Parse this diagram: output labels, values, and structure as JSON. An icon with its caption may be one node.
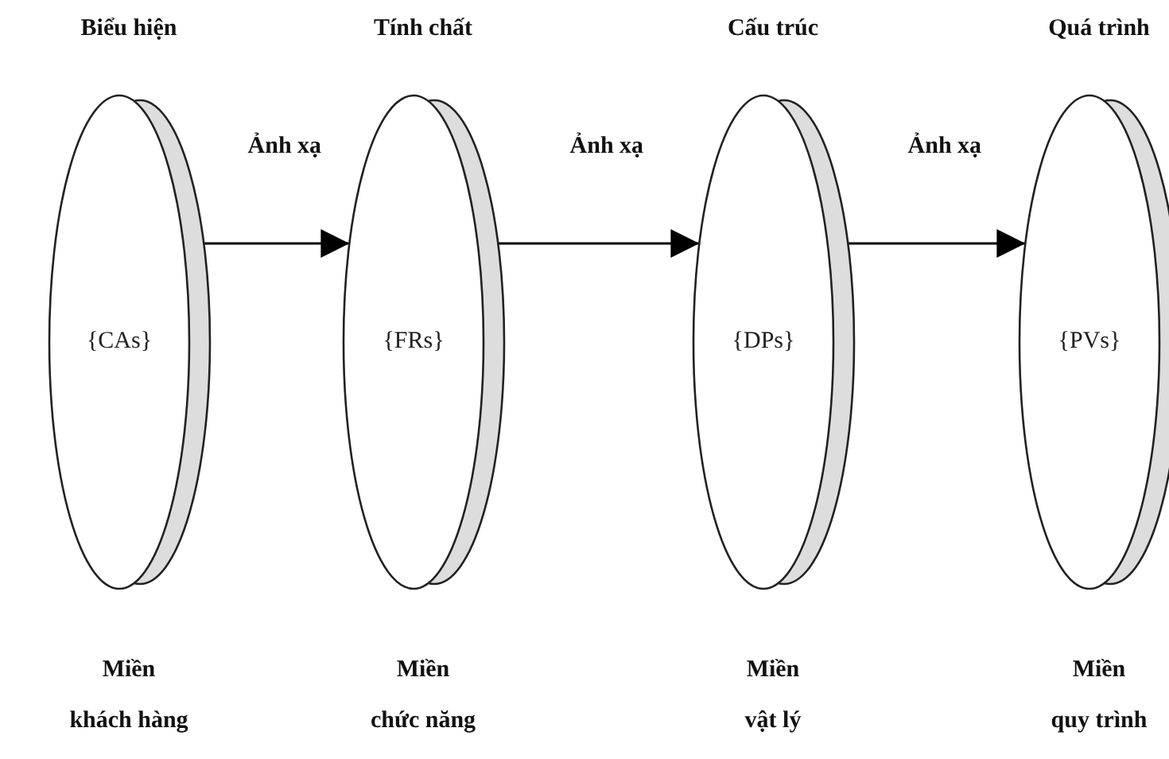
{
  "diagram": {
    "nodes": [
      {
        "text": [
          "{CAs}"
        ],
        "beside": [
          "Biểu hiện",
          "Miền khách hàng"
        ]
      },
      {
        "text": [
          "{FRs}"
        ],
        "beside": [
          "Tính chất",
          "Miền chức năng"
        ]
      },
      {
        "text": [
          "{DPs}"
        ],
        "beside": [
          "Cấu trúc",
          "Miền vật lý"
        ]
      },
      {
        "text": [
          "{PVs}"
        ],
        "beside": [
          "Quá trình",
          "Miền quy trình"
        ]
      }
    ],
    "edges": [
      {
        "from": 0,
        "to": 1,
        "arrow": "to",
        "label": "Ảnh xạ"
      },
      {
        "from": 1,
        "to": 2,
        "arrow": "to",
        "label": "Ảnh xạ"
      },
      {
        "from": 2,
        "to": 3,
        "arrow": "to",
        "label": "Ảnh xạ"
      }
    ]
  }
}
